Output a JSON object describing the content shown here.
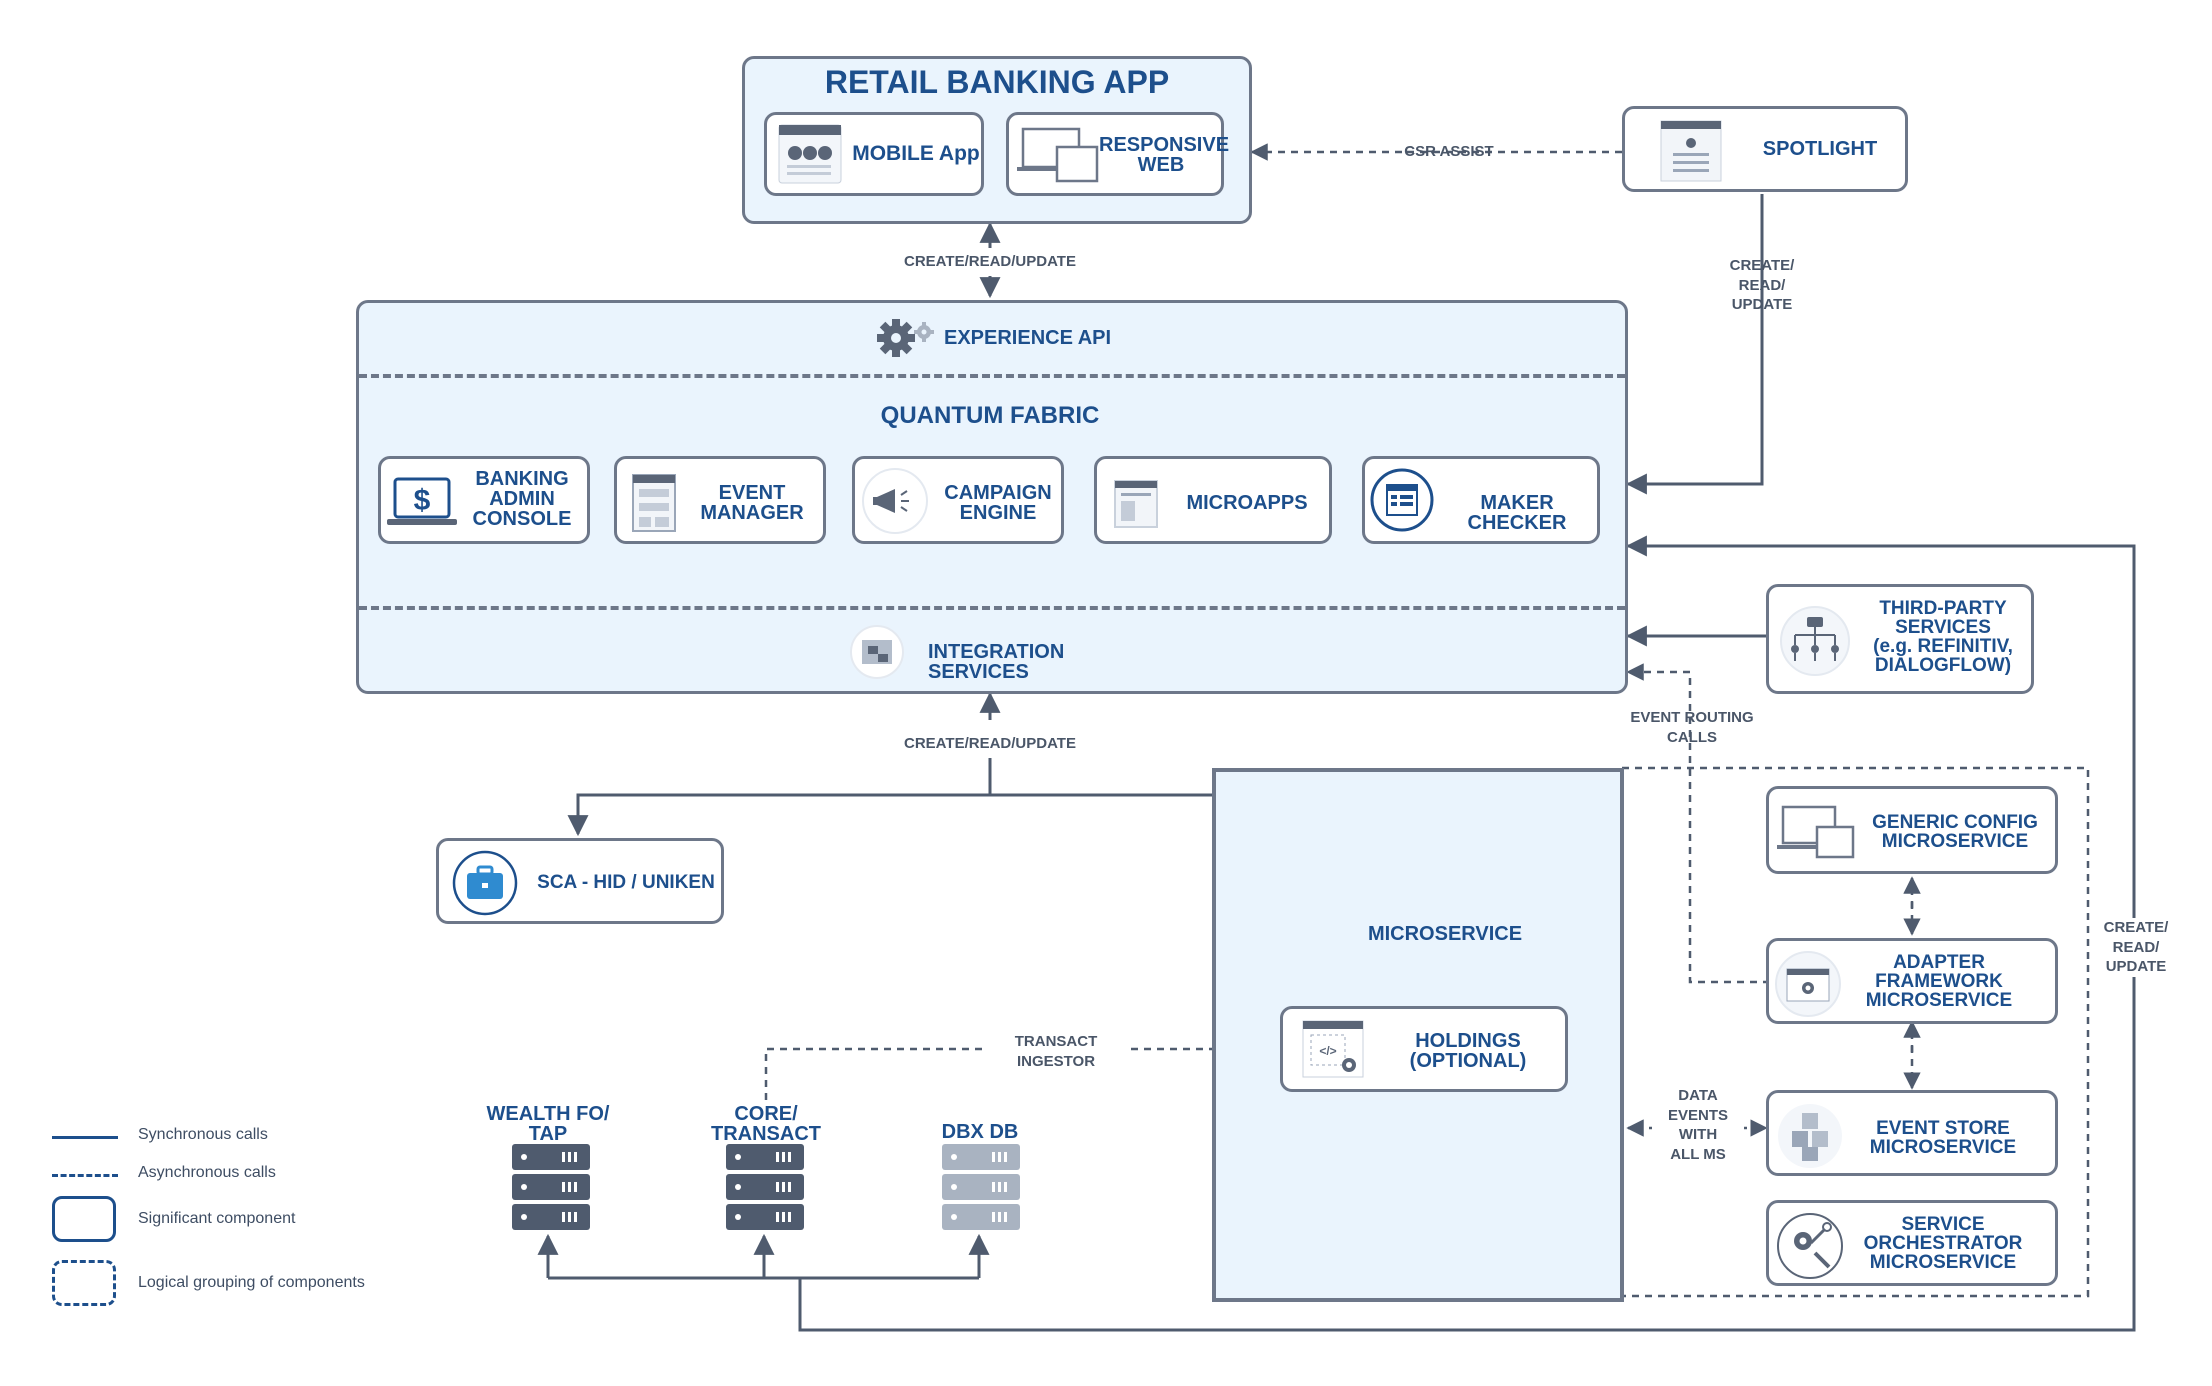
{
  "diagram": {
    "retail_app": {
      "title": "RETAIL BANKING APP",
      "mobile": "MOBILE App",
      "responsive": "RESPONSIVE\nWEB"
    },
    "spotlight": "SPOTLIGHT",
    "csr_assist": "CSR ASSIST",
    "crud_top": "CREATE/READ/UPDATE",
    "crud_spotlight": "CREATE/\nREAD/\nUPDATE",
    "fabric": {
      "experience_api": "EXPERIENCE API",
      "quantum_fabric": "QUANTUM FABRIC",
      "banking_admin": "BANKING\nADMIN\nCONSOLE",
      "event_manager": "EVENT\nMANAGER",
      "campaign_engine": "CAMPAIGN\nENGINE",
      "microapps": "MICROAPPS",
      "maker_checker": "MAKER CHECKER",
      "integration_services": "INTEGRATION SERVICES"
    },
    "third_party": "THIRD-PARTY\nSERVICES\n(e.g. REFINITIV,\nDIALOGFLOW)",
    "event_routing": "EVENT ROUTING\nCALLS",
    "crud_integration": "CREATE/READ/UPDATE",
    "sca": "SCA - HID / UNIKEN",
    "microservice": "MICROSERVICE",
    "holdings": "HOLDINGS\n(OPTIONAL)",
    "transact_ingestor": "TRANSACT\nINGESTOR",
    "generic_config": "GENERIC CONFIG\nMICROSERVICE",
    "adapter_framework": "ADAPTER\nFRAMEWORK\nMICROSERVICE",
    "event_store": "EVENT STORE\nMICROSERVICE",
    "service_orchestrator": "SERVICE\nORCHESTRATOR\nMICROSERVICE",
    "data_events": "DATA\nEVENTS\nWITH\nALL MS",
    "crud_right": "CREATE/\nREAD/\nUPDATE",
    "databases": {
      "wealth": "WEALTH FO/\nTAP",
      "core": "CORE/\nTRANSACT",
      "dbx": "DBX DB"
    }
  },
  "legend": {
    "sync": "Synchronous calls",
    "async": "Asynchronous calls",
    "significant": "Significant component",
    "logical": "Logical grouping of components"
  },
  "colors": {
    "title_blue": "#1d4f8c",
    "line_gray": "#4f5b6e",
    "fill_light_blue": "#eaf4fd",
    "border_gray": "#6d7789"
  }
}
